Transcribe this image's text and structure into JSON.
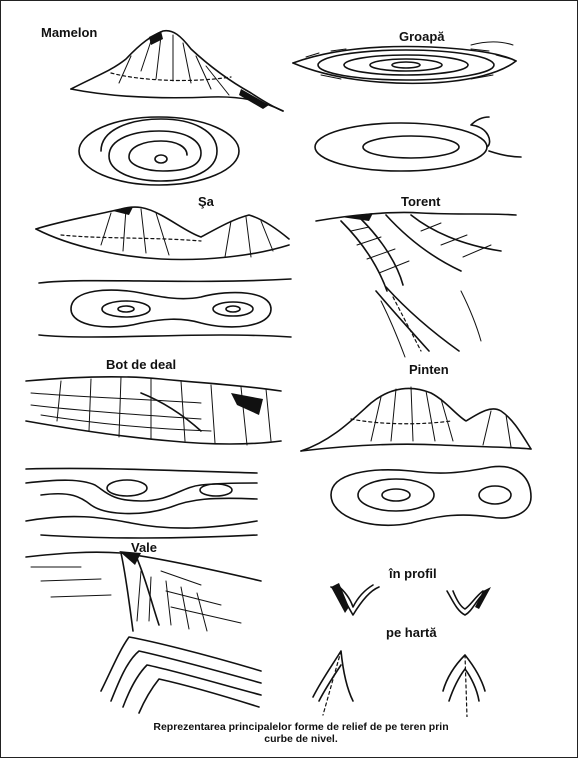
{
  "forms": {
    "mamelon": "Mamelon",
    "groapa": "Groapă",
    "sa": "Şa",
    "torent": "Torent",
    "bot_de_deal": "Bot de deal",
    "pinten": "Pinten",
    "vale": "Vale"
  },
  "views": {
    "in_profil": "în profil",
    "pe_harta": "pe hartă"
  },
  "caption": {
    "line1": "Reprezentarea principalelor forme de relief de pe teren prin",
    "line2": "curbe de nivel."
  }
}
